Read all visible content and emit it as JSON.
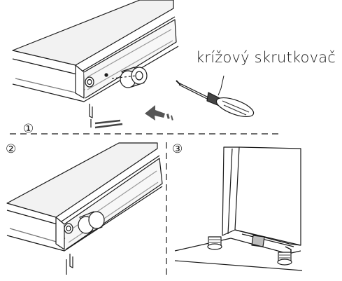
{
  "tool_label": "krížový skrutkovač",
  "steps": {
    "step1": "①",
    "step2": "②",
    "step3": "③"
  },
  "colors": {
    "line": "#1a1a1a",
    "panel_fill": "#f2f2f2",
    "shade": "#cfcfcf",
    "arrow": "#555555"
  }
}
